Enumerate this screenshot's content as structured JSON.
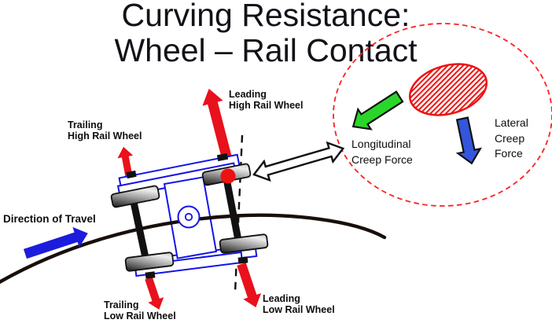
{
  "title": {
    "line1": "Curving Resistance:",
    "line2": "Wheel – Rail Contact"
  },
  "wheel_labels": {
    "trailing_high": "Trailing\nHigh Rail Wheel",
    "leading_high": "Leading\nHigh Rail Wheel",
    "trailing_low": "Trailing\nLow Rail Wheel",
    "leading_low": "Leading\nLow Rail Wheel"
  },
  "direction_label": "Direction of Travel",
  "contact_inset": {
    "longitudinal_label": "Longitudinal\nCreep Force",
    "lateral_label": "Lateral\nCreep\nForce"
  },
  "icons": {
    "creep_force_arrows": "red-force-arrow",
    "direction_arrow": "blue-direction-arrow",
    "longitudinal_creep_arrow": "green-arrow-down-left",
    "lateral_creep_arrow": "blue-arrow-down",
    "contact_link_arrow": "white-double-headed-arrow",
    "contact_patch": "red-hatched-ellipse",
    "inset_boundary": "red-dashed-ellipse",
    "contact_point": "red-dot"
  },
  "colors": {
    "background": "#ffffff",
    "title_text": "#141018",
    "label_text": "#0d0d0d",
    "force_arrow_red": "#e8111c",
    "contact_red": "#ee1111",
    "dashed_ellipse_red": "#ff2020",
    "direction_blue": "#1c1cdc",
    "lateral_blue": "#3456dd",
    "longitudinal_green": "#2bd62b",
    "bogie_frame_blue": "#1414e8",
    "rail_black": "#190f0a"
  }
}
